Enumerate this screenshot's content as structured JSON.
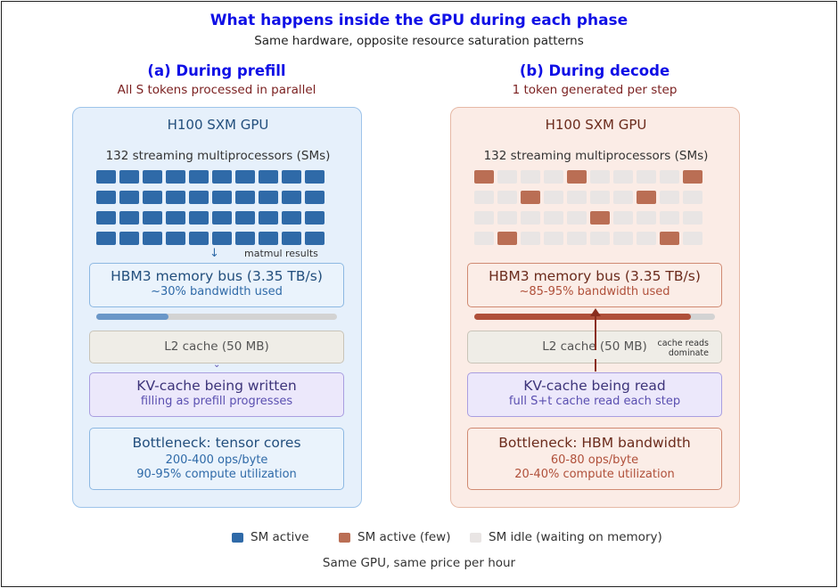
{
  "title": "What happens inside the GPU during each phase",
  "subtitle": "Same hardware, opposite resource saturation patterns",
  "colors": {
    "sm_active": "#2f6aa8",
    "sm_active_few": "#ba6e54",
    "sm_idle": "#e9e5e4",
    "title_blue": "#1010e6"
  },
  "prefill": {
    "heading": "(a) During prefill",
    "subheading": "All S tokens processed in parallel",
    "gpu_name": "H100 SXM GPU",
    "sm_label": "132 streaming multiprocessors (SMs)",
    "matmul_note": "matmul results",
    "hbm_title": "HBM3 memory bus (3.35 TB/s)",
    "hbm_sub": "~30% bandwidth used",
    "bandwidth_fraction": 0.3,
    "l2_label": "L2 cache (50 MB)",
    "kv_title": "KV-cache being written",
    "kv_sub": "filling as prefill progresses",
    "bottleneck_title": "Bottleneck: tensor cores",
    "bottleneck_line1": "200-400 ops/byte",
    "bottleneck_line2": "90-95% compute utilization"
  },
  "decode": {
    "heading": "(b) During decode",
    "subheading": "1 token generated per step",
    "gpu_name": "H100 SXM GPU",
    "sm_label": "132 streaming multiprocessors (SMs)",
    "hbm_title": "HBM3 memory bus (3.35 TB/s)",
    "hbm_sub": "~85-95% bandwidth used",
    "bandwidth_fraction": 0.9,
    "l2_label": "L2 cache (50 MB)",
    "cache_note_line1": "cache reads",
    "cache_note_line2": "dominate",
    "kv_title": "KV-cache being read",
    "kv_sub": "full S+t cache read each step",
    "bottleneck_title": "Bottleneck: HBM bandwidth",
    "bottleneck_line1": "60-80 ops/byte",
    "bottleneck_line2": "20-40% compute utilization",
    "active_cells": [
      [
        0,
        0
      ],
      [
        0,
        4
      ],
      [
        0,
        9
      ],
      [
        1,
        2
      ],
      [
        1,
        7
      ],
      [
        2,
        5
      ],
      [
        3,
        1
      ],
      [
        3,
        8
      ]
    ]
  },
  "legend": {
    "active": "SM active",
    "few": "SM active (few)",
    "idle": "SM idle (waiting on memory)"
  },
  "footer": "Same GPU, same price per hour"
}
